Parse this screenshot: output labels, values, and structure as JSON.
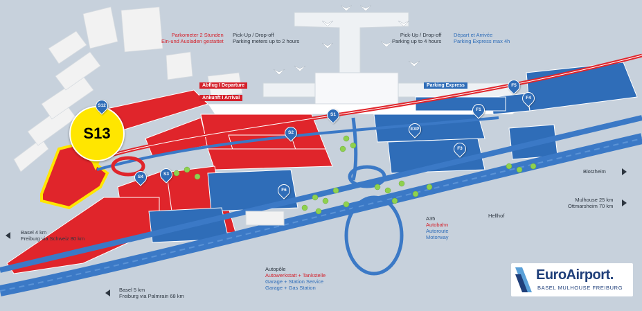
{
  "highlight_label": "S13",
  "pins": [
    "S12",
    "S1",
    "S2",
    "S3",
    "S4",
    "F1",
    "F3",
    "F4",
    "F5",
    "F6",
    "EXP"
  ],
  "notes": {
    "left_red": [
      "Parkometer 2 Stunden",
      "Ein-und Ausladen gestattet"
    ],
    "left_dark": [
      "Pick-Up / Drop-off",
      "Parking meters up to 2 hours"
    ],
    "right_dark": [
      "Pick-Up / Drop-off",
      "Parking up to 4 hours"
    ],
    "right_blue": [
      "Départ et Arrivée",
      "Parking Express max 4h"
    ]
  },
  "tags": {
    "departure": "Abflug I Departure",
    "arrival": "Ankunft I Arrival",
    "express": "Parking Express"
  },
  "directions": {
    "blotzheim": "Blotzheim",
    "mulhouse": [
      "Mulhouse 25 km",
      "Ottmarsheim 70 km"
    ],
    "basel_top": [
      "Basel 4 km",
      "Freiburg via Schweiz 80 km"
    ],
    "basel_bottom": [
      "Basel 5 km",
      "Freiburg via Palmrain 68 km"
    ],
    "hellhof": "Hellhof"
  },
  "motorway": {
    "name": "A35",
    "lines": [
      "Autobahn",
      "Autoroute",
      "Motorway"
    ]
  },
  "autopole": {
    "title": "Autopôle",
    "lines_red": [
      "Autowerkstatt + Tankstelle"
    ],
    "lines_blue": [
      "Garage + Station Service",
      "Garage + Gas Station"
    ]
  },
  "logo": {
    "name": "EuroAirport.",
    "cities": "BASEL MULHOUSE FREIBURG"
  },
  "colors": {
    "red_zone": "#e0252b",
    "blue_zone": "#2f6db8",
    "highlight": "#ffe600",
    "ground": "#c9d3de",
    "terminal": "#eef1f4"
  }
}
